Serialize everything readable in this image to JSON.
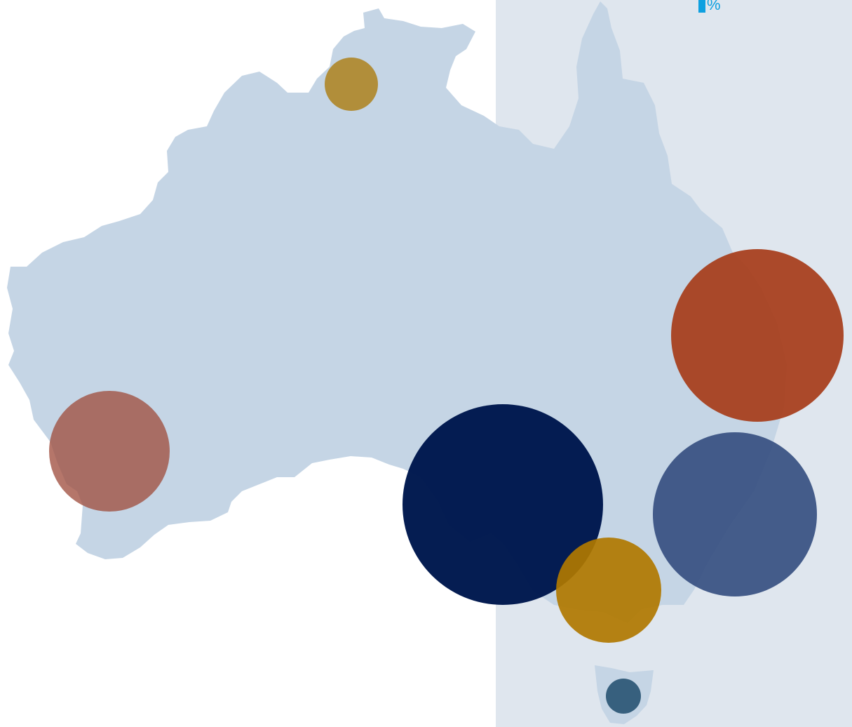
{
  "colors": {
    "land": "#c5d5e5",
    "panel_bg": "#dfe6ee",
    "legend_accent": "#0ea0e0"
  },
  "legend": {
    "unit": "%"
  },
  "regions": [
    {
      "id": "nt",
      "color": "#b08a30",
      "opacity": 0.95
    },
    {
      "id": "wa",
      "color": "#a05040",
      "opacity": 0.78
    },
    {
      "id": "sa",
      "color": "#00184f",
      "opacity": 0.98
    },
    {
      "id": "qld",
      "color": "#a8401f",
      "opacity": 0.95
    },
    {
      "id": "nsw",
      "color": "#334c7e",
      "opacity": 0.9
    },
    {
      "id": "vic",
      "color": "#b07800",
      "opacity": 0.92
    },
    {
      "id": "tas",
      "color": "#2f5a78",
      "opacity": 0.95
    }
  ]
}
